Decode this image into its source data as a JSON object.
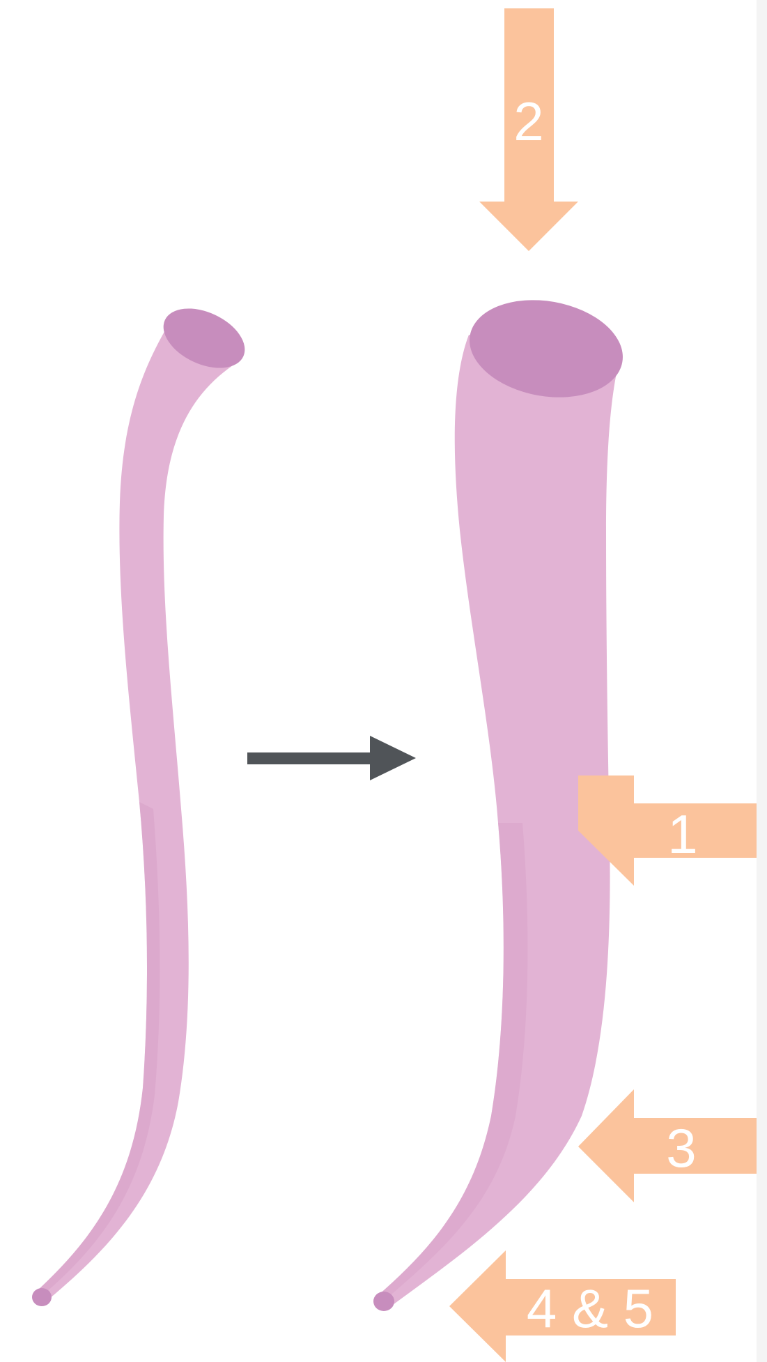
{
  "diagram": {
    "labels": {
      "arrow_1": "1",
      "arrow_2": "2",
      "arrow_3": "3",
      "arrow_4_5": "4 & 5"
    }
  },
  "colors": {
    "background": "#ffffff",
    "right_strip": "#f4f4f4",
    "canal_fill": "#e2b3d4",
    "canal_shade": "#d7a1c7",
    "canal_opening": "#c78dbd",
    "instruction_arrow": "#fbc39c",
    "transition_arrow": "#505458",
    "label_text": "#ffffff"
  },
  "icons": {
    "arrow_1": "arrow-left-icon",
    "arrow_2": "arrow-down-icon",
    "arrow_3": "arrow-left-icon",
    "arrow_4_5": "arrow-left-icon",
    "transition": "arrow-right-icon"
  }
}
